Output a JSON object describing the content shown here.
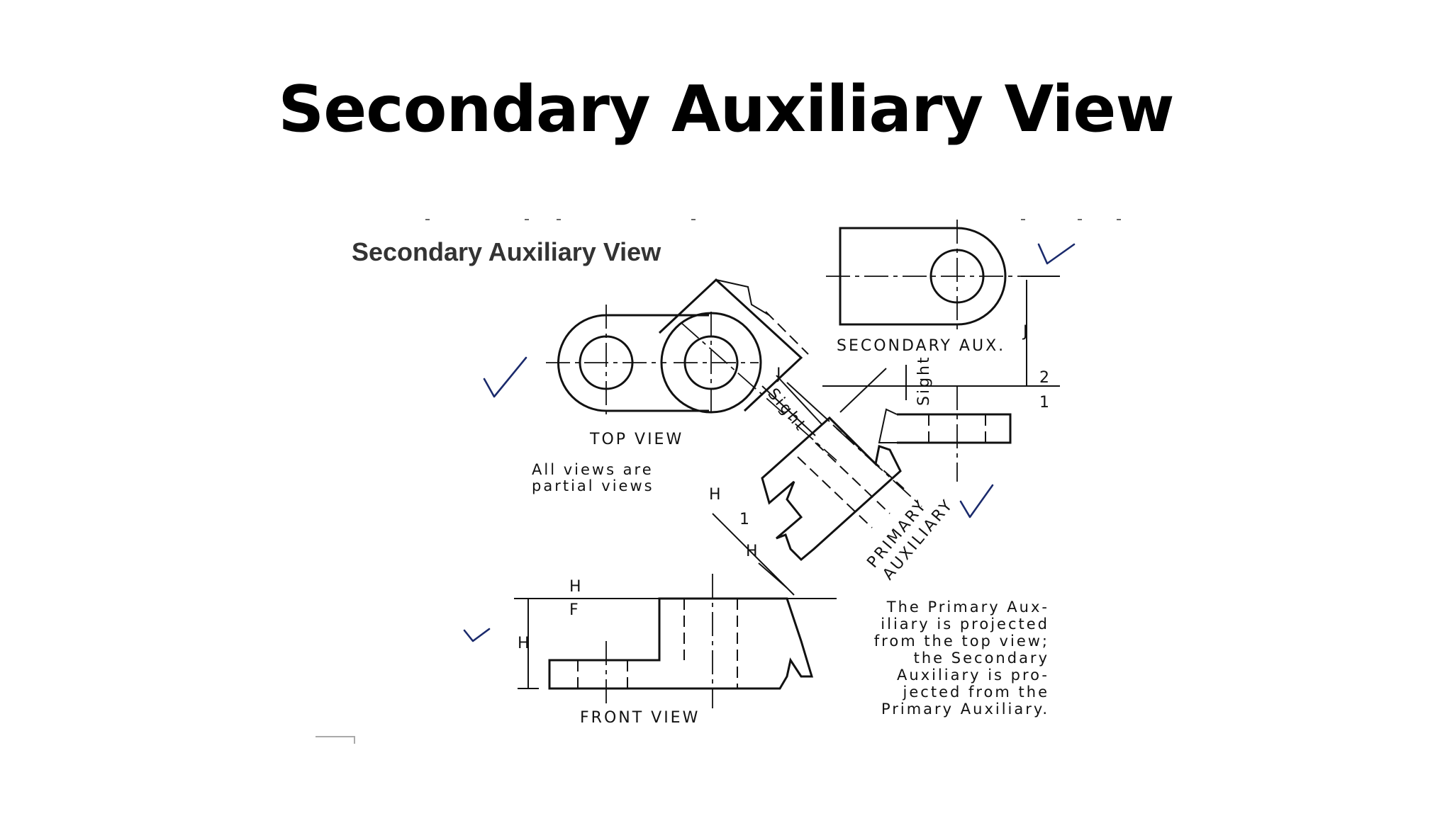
{
  "slide_title": "Secondary Auxiliary View",
  "figure": {
    "inner_title": "Secondary Auxiliary View",
    "labels": {
      "top_view": "TOP VIEW",
      "front_view": "FRONT VIEW",
      "secondary_aux": "SECONDARY AUX.",
      "primary_aux_line1": "PRIMARY",
      "primary_aux_line2": "AUXILIARY",
      "sight_1": "Sight",
      "sight_2": "Sight"
    },
    "fold_line_labels": {
      "h_top": "H",
      "f": "F",
      "h_front": "H",
      "h_aux_upper": "H",
      "one_aux": "1",
      "h_aux_lower": "H",
      "j_aux": "J",
      "j_secondary": "J",
      "two": "2",
      "one_secondary": "1"
    },
    "partial_note": [
      "All views are",
      "partial views"
    ],
    "projection_note": [
      "The Primary Aux-",
      "iliary is projected",
      "from the top view;",
      "the Secondary",
      "Auxiliary is pro-",
      "jected from the",
      "Primary Auxiliary."
    ],
    "ink_color": "#111111",
    "checkmark_color": "#1a2a6c"
  }
}
